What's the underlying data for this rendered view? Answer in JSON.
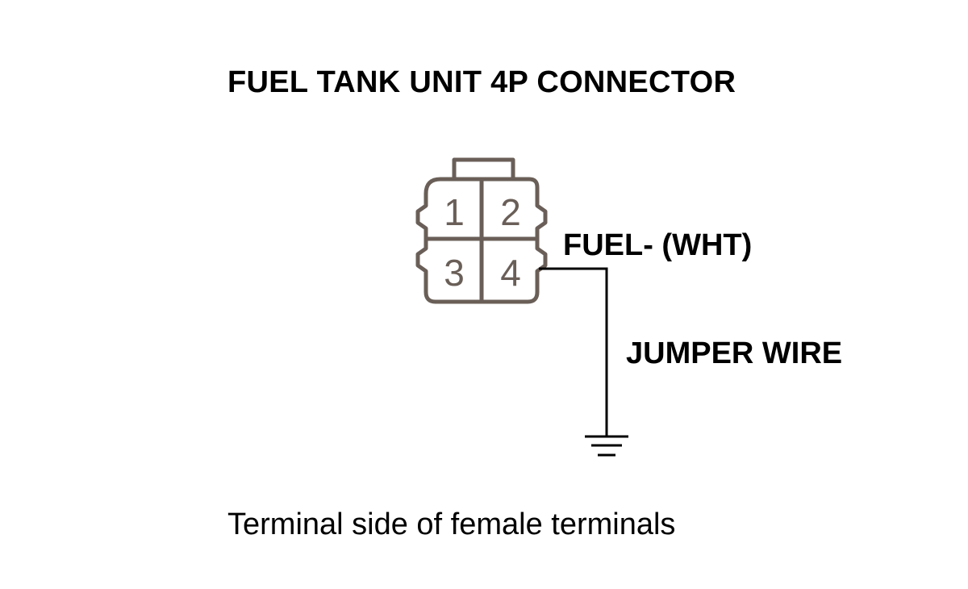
{
  "title": "FUEL TANK UNIT 4P CONNECTOR",
  "connector": {
    "terminals": [
      "1",
      "2",
      "3",
      "4"
    ],
    "outline_color": "#6a5f58"
  },
  "labels": {
    "fuel_wire": "FUEL- (WHT)",
    "jumper_wire": "JUMPER WIRE"
  },
  "caption": "Terminal side of female terminals",
  "colors": {
    "text": "#000000",
    "wire": "#000000"
  }
}
